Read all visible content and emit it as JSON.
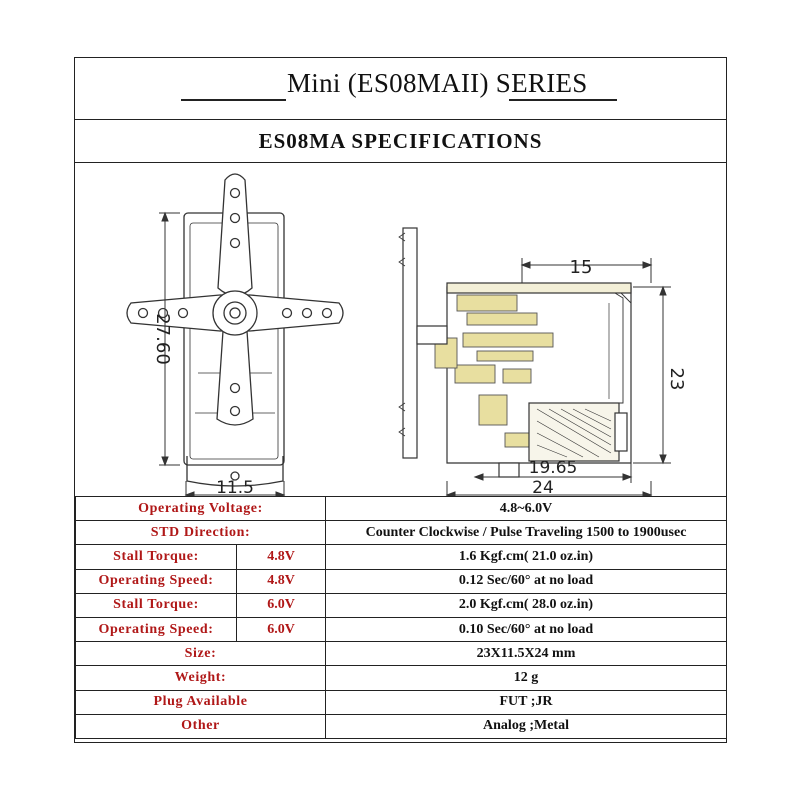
{
  "title": "Mini (ES08MAII) SERIES",
  "subtitle": "ES08MA  SPECIFICATIONS",
  "dimensions": {
    "front_height": "27.60",
    "front_width": "11.5",
    "side_top": "15",
    "side_height": "23",
    "side_body": "19.65",
    "side_total": "24"
  },
  "specs": [
    {
      "label": "Operating Voltage:",
      "voltage": "",
      "value": "4.8~6.0V"
    },
    {
      "label": "STD  Direction:",
      "voltage": "",
      "value": "Counter Clockwise / Pulse Traveling 1500 to 1900usec"
    },
    {
      "label": "Stall  Torque:",
      "voltage": "4.8V",
      "value": "1.6 Kgf.cm( 21.0 oz.in)"
    },
    {
      "label": "Operating Speed:",
      "voltage": "4.8V",
      "value": "0.12 Sec/60° at no load"
    },
    {
      "label": "Stall  Torque:",
      "voltage": "6.0V",
      "value": "2.0 Kgf.cm( 28.0 oz.in)"
    },
    {
      "label": "Operating Speed:",
      "voltage": "6.0V",
      "value": "0.10 Sec/60° at no load"
    },
    {
      "label": "Size:",
      "voltage": "",
      "value": "23X11.5X24 mm"
    },
    {
      "label": "Weight:",
      "voltage": "",
      "value": "12 g"
    },
    {
      "label": "Plug  Available",
      "voltage": "",
      "value": "FUT ;JR"
    },
    {
      "label": "Other",
      "voltage": "",
      "value": "Analog ;Metal"
    }
  ],
  "colors": {
    "label_red": "#b01818",
    "line": "#222222",
    "gear_yellow": "#e8dfa0"
  }
}
